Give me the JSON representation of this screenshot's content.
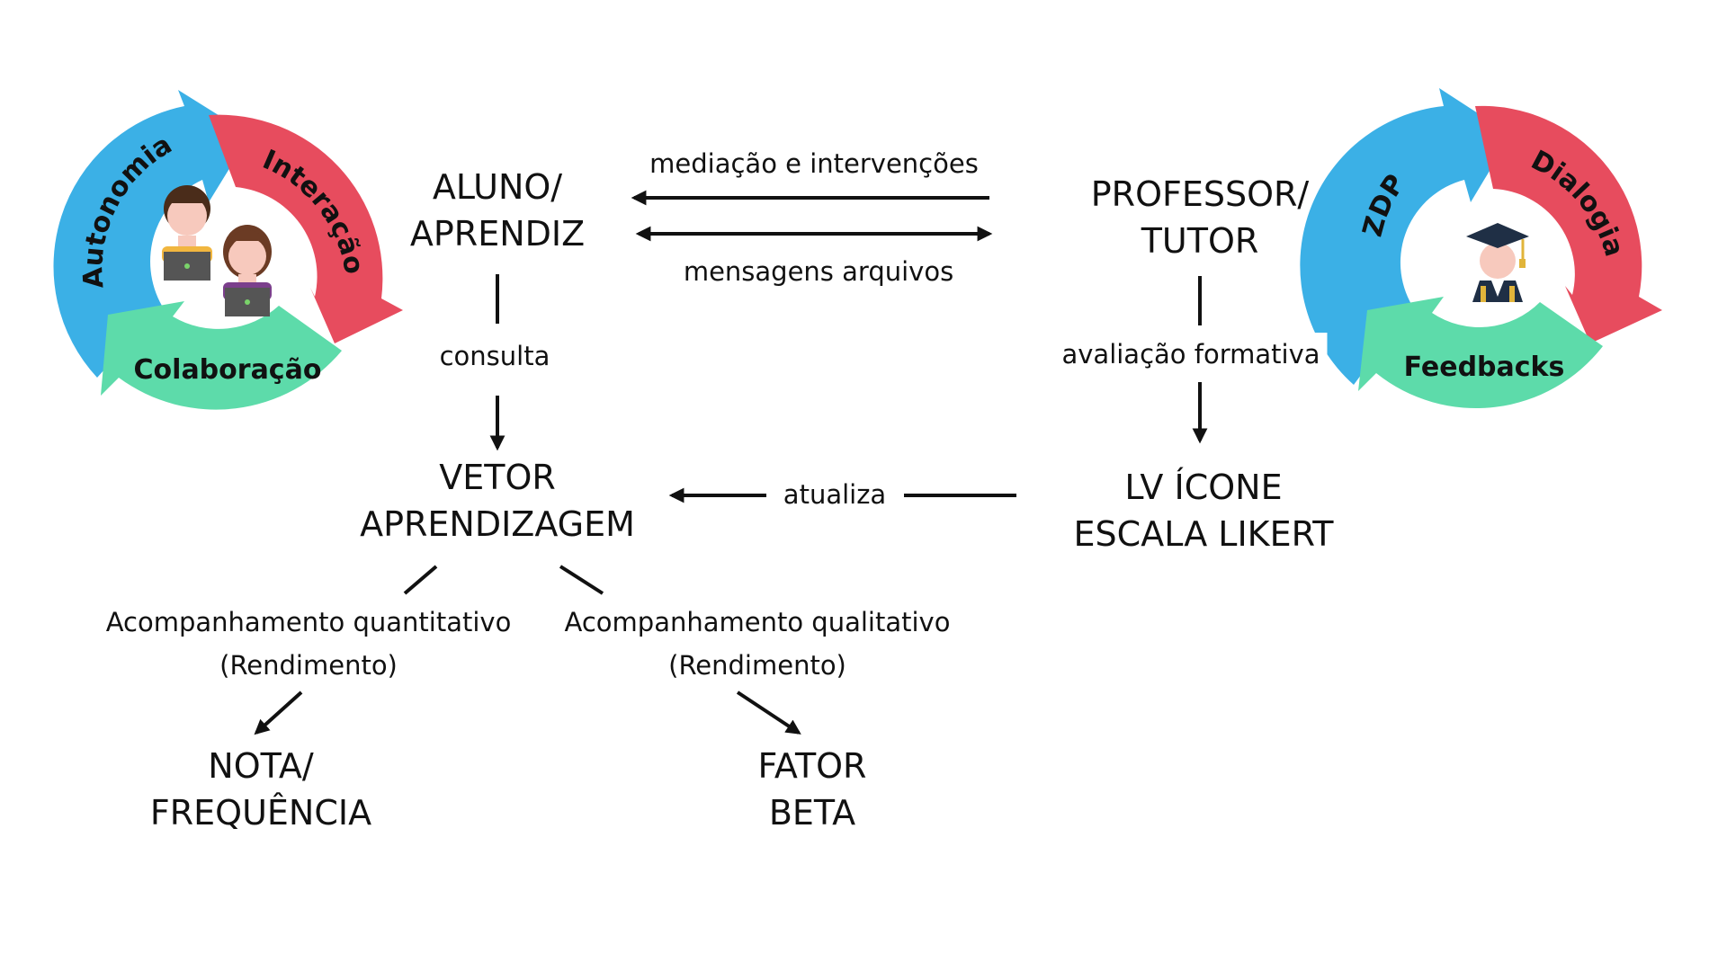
{
  "left_cycle": {
    "autonomia": "Autonomia",
    "interacao": "Interação",
    "colaboracao": "Colaboração"
  },
  "right_cycle": {
    "zdp": "ZDP",
    "dialogia": "Dialogia",
    "feedbacks": "Feedbacks"
  },
  "nodes": {
    "aluno_line1": "ALUNO/",
    "aluno_line2": "APRENDIZ",
    "professor_line1": "PROFESSOR/",
    "professor_line2": "TUTOR",
    "vetor_line1": "VETOR",
    "vetor_line2": "APRENDIZAGEM",
    "lv_line1": "LV ÍCONE",
    "lv_line2": "ESCALA LIKERT",
    "nota_line1": "NOTA/",
    "nota_line2": "FREQUÊNCIA",
    "fator_line1": "FATOR",
    "fator_line2": "BETA"
  },
  "edge_labels": {
    "mediacao": "mediação e intervenções",
    "mensagens": "mensagens arquivos",
    "consulta": "consulta",
    "avaliacao": "avaliação formativa",
    "atualiza": "atualiza",
    "quant_line1": "Acompanhamento quantitativo",
    "quant_line2": "(Rendimento)",
    "qual_line1": "Acompanhamento qualitativo",
    "qual_line2": "(Rendimento)"
  },
  "colors": {
    "blue": "#3bb0e6",
    "red": "#e74c5e",
    "green": "#5ddbaa",
    "ink": "#111111"
  }
}
